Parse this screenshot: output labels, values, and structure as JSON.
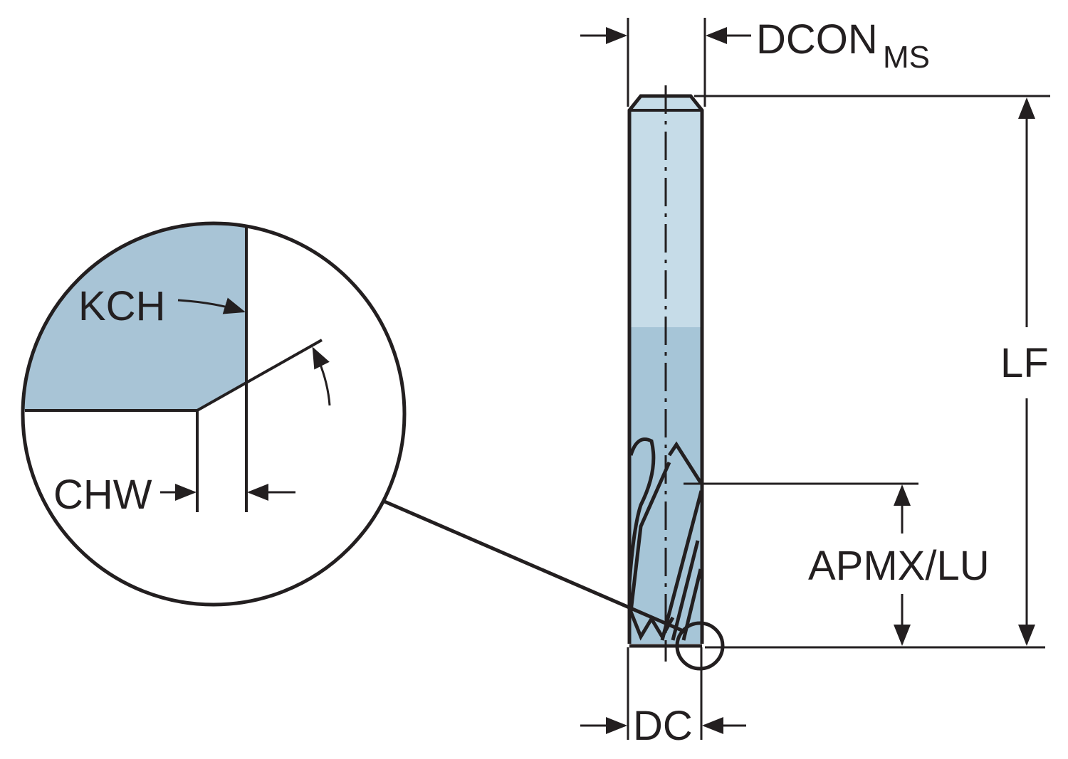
{
  "labels": {
    "dcon": "DCON",
    "dcon_sub": "MS",
    "lf": "LF",
    "apmx_lu": "APMX/LU",
    "dc": "DC",
    "kch": "KCH",
    "chw": "CHW"
  },
  "colors": {
    "shank_light": "#c6dce8",
    "shank_dark": "#a6c5d7",
    "detail_fill": "#a8c4d6",
    "line": "#231f20"
  }
}
